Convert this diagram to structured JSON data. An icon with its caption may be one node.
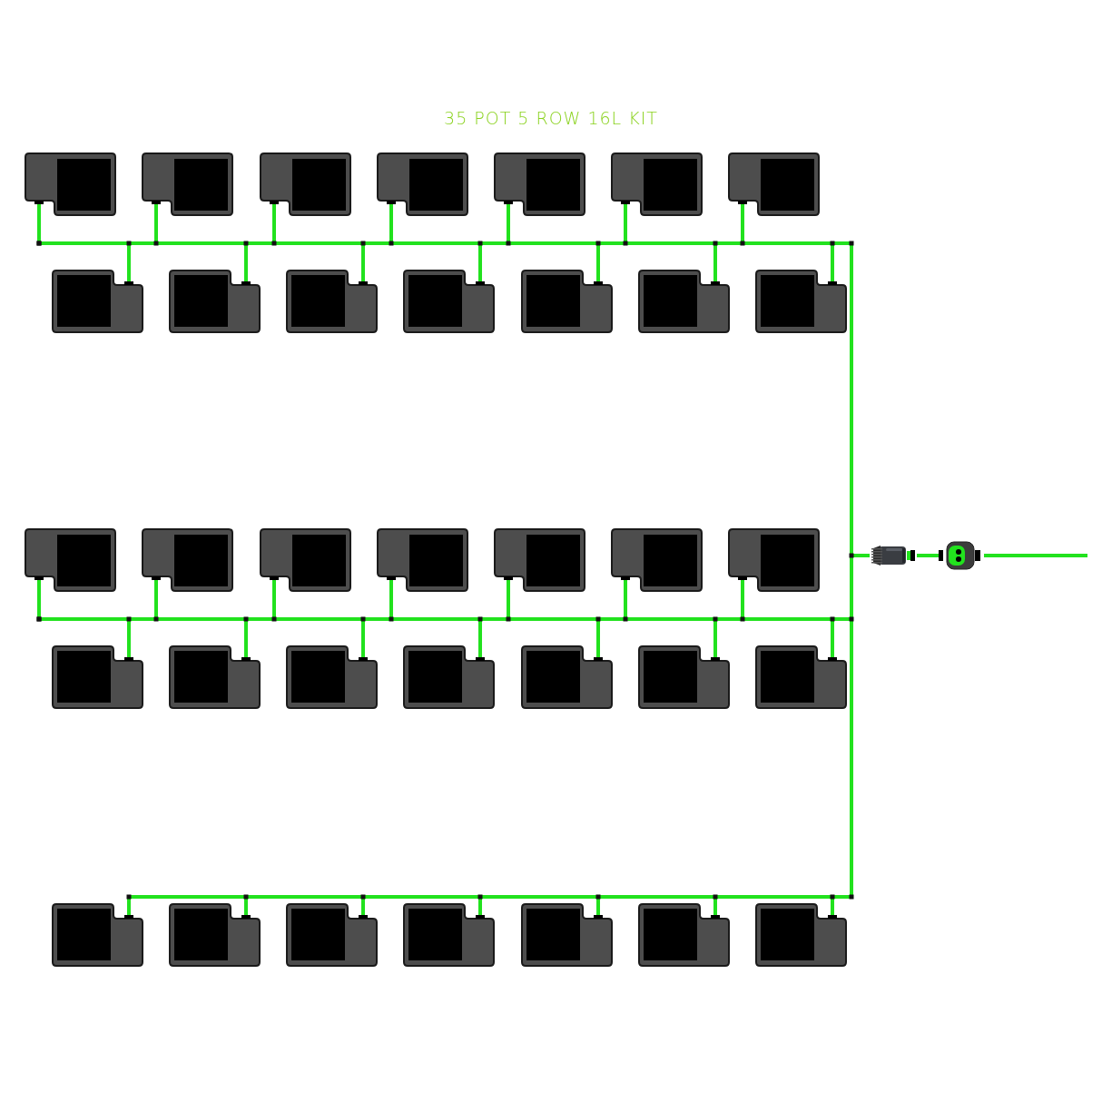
{
  "diagram": {
    "title": "35 POT 5 ROW 16L KIT",
    "nodes": [
      {
        "text": [],
        "shape": "picture"
      },
      {
        "text": [],
        "shape": "picture"
      },
      {
        "text": [],
        "shape": "picture"
      },
      {
        "text": [],
        "shape": "picture"
      },
      {
        "text": [],
        "shape": "picture"
      },
      {
        "text": [],
        "shape": "picture"
      },
      {
        "text": [],
        "shape": "picture"
      },
      {
        "text": [],
        "shape": "picture"
      },
      {
        "text": [],
        "shape": "picture"
      },
      {
        "text": [],
        "shape": "picture"
      },
      {
        "text": [],
        "shape": "picture"
      },
      {
        "text": [],
        "shape": "picture"
      },
      {
        "text": [],
        "shape": "picture"
      },
      {
        "text": [],
        "shape": "picture"
      },
      {
        "text": [],
        "shape": "picture"
      },
      {
        "text": [],
        "shape": "picture"
      },
      {
        "text": [],
        "shape": "picture"
      },
      {
        "text": [],
        "shape": "picture"
      },
      {
        "text": [],
        "shape": "picture"
      },
      {
        "text": [],
        "shape": "picture"
      },
      {
        "text": [],
        "shape": "picture"
      },
      {
        "text": [],
        "shape": "picture"
      },
      {
        "text": [],
        "shape": "picture"
      },
      {
        "text": [],
        "shape": "picture"
      },
      {
        "text": [],
        "shape": "picture"
      },
      {
        "text": [],
        "shape": "picture"
      },
      {
        "text": [],
        "shape": "picture"
      },
      {
        "text": [],
        "shape": "picture"
      },
      {
        "text": [],
        "shape": "picture"
      },
      {
        "text": [],
        "shape": "picture"
      },
      {
        "text": [],
        "shape": "picture"
      },
      {
        "text": [],
        "shape": "picture"
      },
      {
        "text": [],
        "shape": "picture"
      },
      {
        "text": [],
        "shape": "picture"
      },
      {
        "text": [],
        "shape": "picture"
      },
      {
        "text": [],
        "shape": "picture"
      },
      {
        "text": [],
        "shape": "picture"
      }
    ],
    "edges": [
      {
        "from": null,
        "to": 36,
        "arrow": "none"
      },
      {
        "from": 36,
        "to": 35,
        "arrow": "none"
      },
      {
        "from": 35,
        "to": 0,
        "arrow": "none"
      },
      {
        "from": 35,
        "to": 1,
        "arrow": "none"
      },
      {
        "from": 35,
        "to": 2,
        "arrow": "none"
      },
      {
        "from": 35,
        "to": 3,
        "arrow": "none"
      },
      {
        "from": 35,
        "to": 4,
        "arrow": "none"
      },
      {
        "from": 35,
        "to": 5,
        "arrow": "none"
      },
      {
        "from": 35,
        "to": 6,
        "arrow": "none"
      },
      {
        "from": 35,
        "to": 7,
        "arrow": "none"
      },
      {
        "from": 35,
        "to": 8,
        "arrow": "none"
      },
      {
        "from": 35,
        "to": 9,
        "arrow": "none"
      },
      {
        "from": 35,
        "to": 10,
        "arrow": "none"
      },
      {
        "from": 35,
        "to": 11,
        "arrow": "none"
      },
      {
        "from": 35,
        "to": 12,
        "arrow": "none"
      },
      {
        "from": 35,
        "to": 13,
        "arrow": "none"
      },
      {
        "from": 35,
        "to": 14,
        "arrow": "none"
      },
      {
        "from": 35,
        "to": 15,
        "arrow": "none"
      },
      {
        "from": 35,
        "to": 16,
        "arrow": "none"
      },
      {
        "from": 35,
        "to": 17,
        "arrow": "none"
      },
      {
        "from": 35,
        "to": 18,
        "arrow": "none"
      },
      {
        "from": 35,
        "to": 19,
        "arrow": "none"
      },
      {
        "from": 35,
        "to": 20,
        "arrow": "none"
      },
      {
        "from": 35,
        "to": 21,
        "arrow": "none"
      },
      {
        "from": 35,
        "to": 22,
        "arrow": "none"
      },
      {
        "from": 35,
        "to": 23,
        "arrow": "none"
      },
      {
        "from": 35,
        "to": 24,
        "arrow": "none"
      },
      {
        "from": 35,
        "to": 25,
        "arrow": "none"
      },
      {
        "from": 35,
        "to": 26,
        "arrow": "none"
      },
      {
        "from": 35,
        "to": 27,
        "arrow": "none"
      },
      {
        "from": 35,
        "to": 28,
        "arrow": "none"
      },
      {
        "from": 35,
        "to": 29,
        "arrow": "none"
      },
      {
        "from": 35,
        "to": 30,
        "arrow": "none"
      },
      {
        "from": 35,
        "to": 31,
        "arrow": "none"
      },
      {
        "from": 35,
        "to": 32,
        "arrow": "none"
      },
      {
        "from": 35,
        "to": 33,
        "arrow": "none"
      },
      {
        "from": 35,
        "to": 34,
        "arrow": "none"
      }
    ]
  }
}
